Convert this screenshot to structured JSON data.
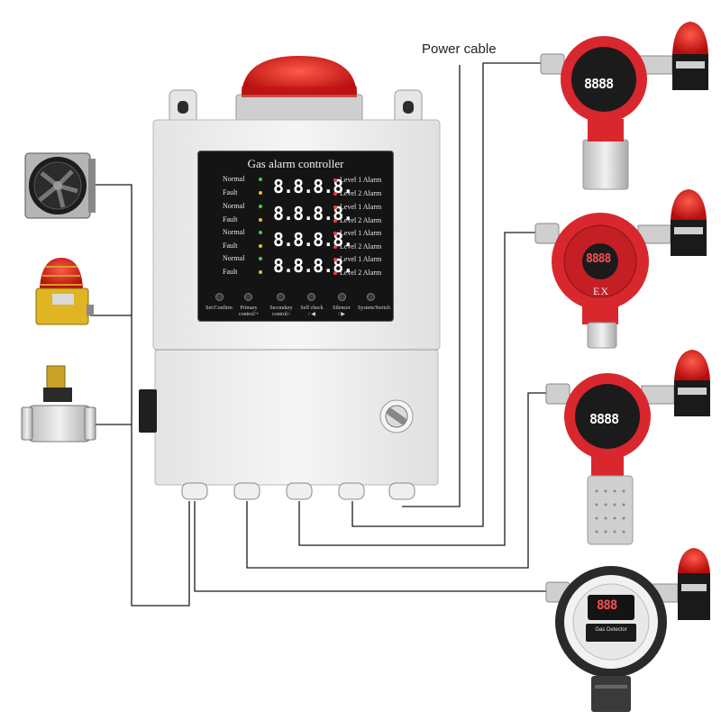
{
  "labels": {
    "power_cable": "Power cable"
  },
  "controller": {
    "title": "Gas alarm controller",
    "channels": [
      {
        "normal": "Normal",
        "fault": "Fault",
        "reading": "8.8.8.8.",
        "level1": "Level 1 Alarm",
        "level2": "Level 2 Alarm"
      },
      {
        "normal": "Normal",
        "fault": "Fault",
        "reading": "8.8.8.8.",
        "level1": "Level 1 Alarm",
        "level2": "Level 2 Alarm"
      },
      {
        "normal": "Normal",
        "fault": "Fault",
        "reading": "8.8.8.8.",
        "level1": "Level 1 Alarm",
        "level2": "Level 2 Alarm"
      },
      {
        "normal": "Normal",
        "fault": "Fault",
        "reading": "8.8.8.8.",
        "level1": "Level 1 Alarm",
        "level2": "Level 2 Alarm"
      }
    ],
    "buttons": [
      {
        "line1": "Set/Confirm",
        "line2": ""
      },
      {
        "line1": "Primary",
        "line2": "control/+"
      },
      {
        "line1": "Secondary",
        "line2": "control/-"
      },
      {
        "line1": "Self check",
        "line2": "/ ◀"
      },
      {
        "line1": "Silencer",
        "line2": "/ ▶"
      },
      {
        "line1": "System/Switch",
        "line2": ""
      }
    ]
  },
  "detectors": {
    "d1": {
      "reading": "8888"
    },
    "d2": {
      "reading": "8888",
      "mark": "EX"
    },
    "d3": {
      "reading": "8888"
    },
    "d4": {
      "reading": "888",
      "label": "Gas Detector"
    }
  },
  "colors": {
    "detector_red": "#d9272e",
    "beacon_red": "#e01b1b",
    "cabinet": "#eeeeee",
    "panel": "#141414",
    "cable": "#1a1a1a"
  }
}
